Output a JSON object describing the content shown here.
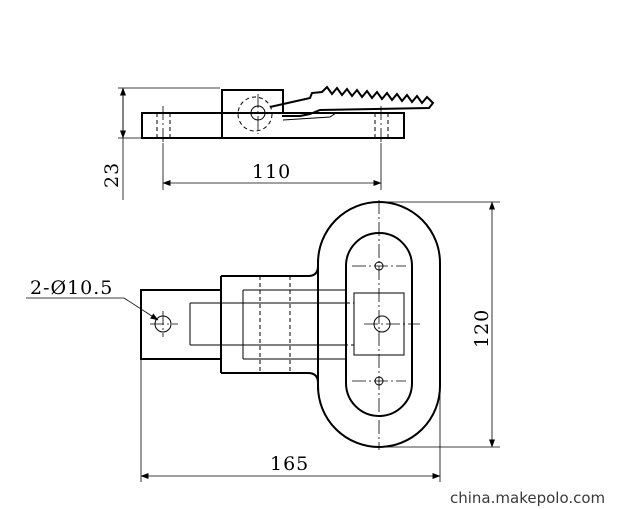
{
  "drawing": {
    "dimensions": {
      "overall_height_side": "23",
      "base_length_side": "110",
      "hole_callout": "2-Ø10.5",
      "overall_height_plan": "120",
      "overall_length_plan": "165"
    },
    "watermark": "china.makepolo.com"
  }
}
